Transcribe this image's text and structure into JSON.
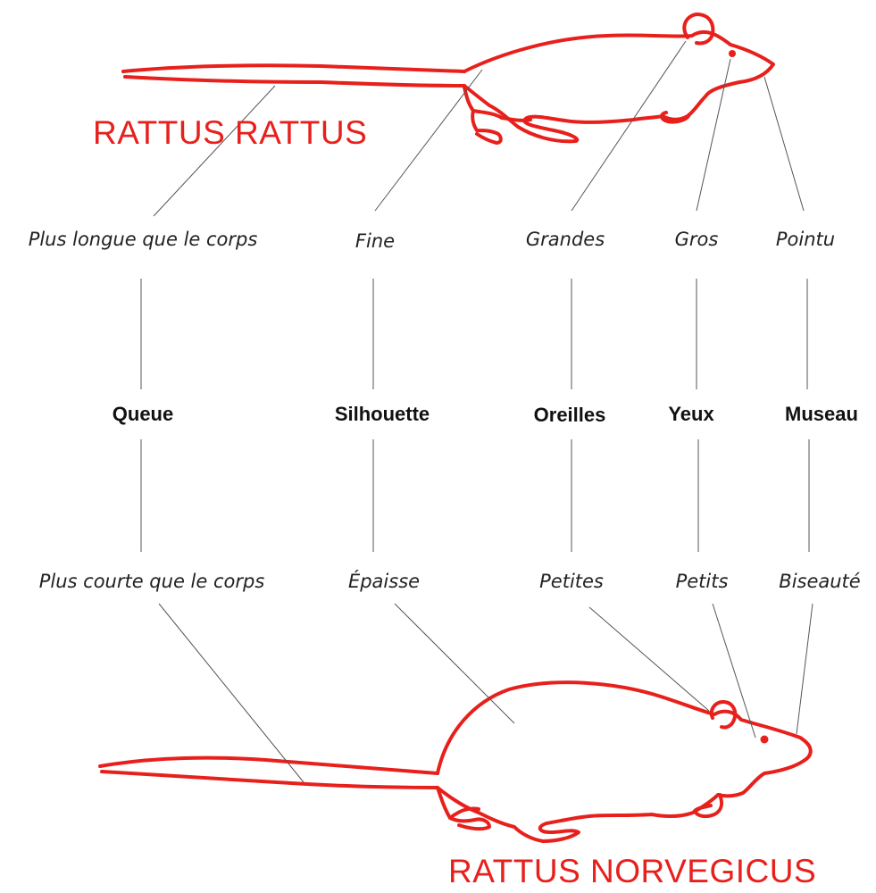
{
  "species": {
    "top": "RATTUS RATTUS",
    "bottom": "RATTUS NORVEGICUS"
  },
  "features": {
    "queue": {
      "label": "Queue",
      "top": "Plus longue que le corps",
      "bottom": "Plus courte que le corps"
    },
    "silhouette": {
      "label": "Silhouette",
      "top": "Fine",
      "bottom": "Épaisse"
    },
    "oreilles": {
      "label": "Oreilles",
      "top": "Grandes",
      "bottom": "Petites"
    },
    "yeux": {
      "label": "Yeux",
      "top": "Gros",
      "bottom": "Petits"
    },
    "museau": {
      "label": "Museau",
      "top": "Pointu",
      "bottom": "Biseauté"
    }
  },
  "colors": {
    "rat_outline": "#e8201c",
    "leader_lines": "#555555",
    "text": "#222222"
  }
}
